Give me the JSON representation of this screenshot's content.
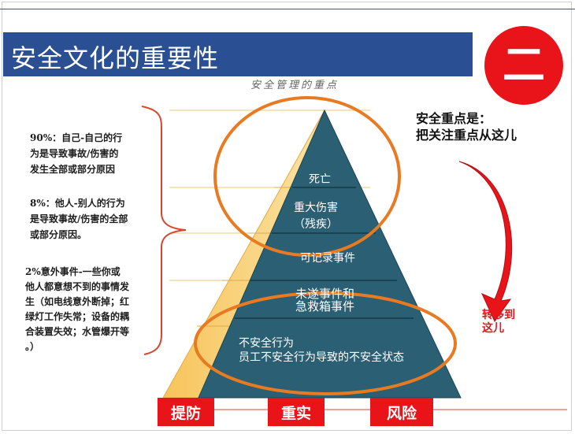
{
  "title": "安全文化的重要性",
  "subtitle": "安全管理的重点",
  "badge": "二",
  "focus": {
    "line1": "安全重点是：",
    "line2": "把关注重点从这儿"
  },
  "notes": {
    "n90": [
      "90%：自己-自己的行",
      "为是导致事故/伤害的",
      "发生全部或部分原因"
    ],
    "n8": [
      "8%：他人-别人的行为",
      "是导致事故/伤害的全部",
      "或部分原因。"
    ],
    "n2": [
      "2%意外事件-一些你或",
      "他人都意想不到的事情发",
      "生（如电线意外断掉；红",
      "绿灯工作失常；设备的耦",
      "合装置失效；水管爆开等",
      "。）"
    ]
  },
  "pyramid": {
    "death": "死亡",
    "serious_line1": "重大伤害",
    "serious_line2": "（残疾）",
    "recordable": "可记录事件",
    "nearmiss_line1": "未遂事件和",
    "nearmiss_line2": "急救箱事件",
    "unsafe_line1": "不安全行为",
    "unsafe_line2": "员工不安全行为导致的不安全状态"
  },
  "shift_label": {
    "line1": "转移到",
    "line2": "这儿"
  },
  "tags": [
    "提防",
    "重实",
    "风险"
  ],
  "colors": {
    "title_bar": "#2a4f92",
    "accent_red": "#e8141a",
    "pyramid_fill": "#2b5f73",
    "ellipse": "#e87a22",
    "bracket": "#d8452f"
  }
}
